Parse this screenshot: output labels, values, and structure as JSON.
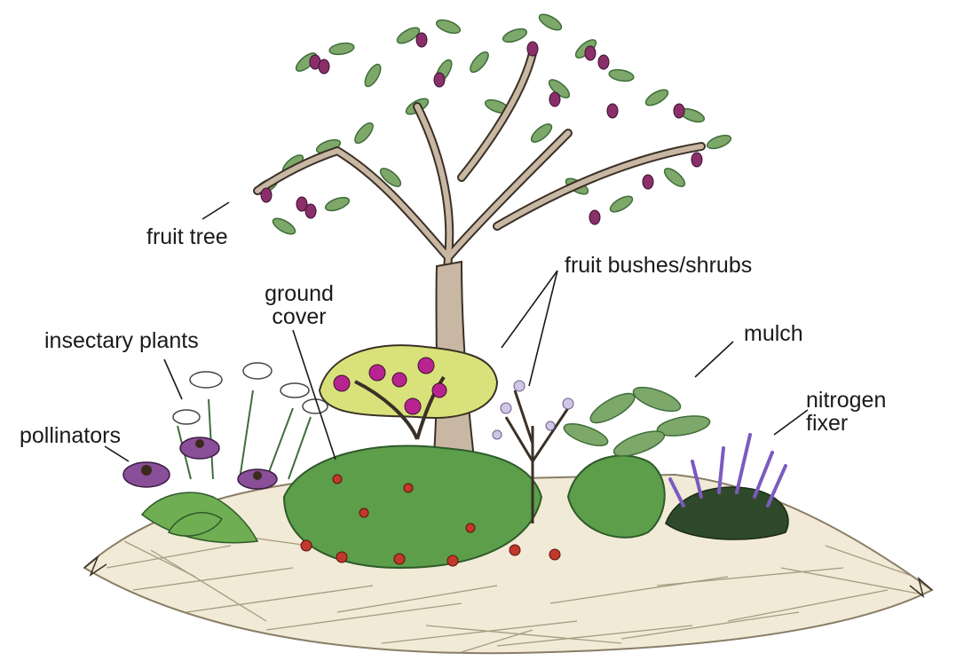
{
  "labels": {
    "fruit_tree": "fruit tree",
    "fruit_bushes": "fruit bushes/shrubs",
    "ground_cover_line1": "ground",
    "ground_cover_line2": "cover",
    "insectary": "insectary plants",
    "pollinators": "pollinators",
    "mulch": "mulch",
    "nitrogen_line1": "nitrogen",
    "nitrogen_line2": "fixer"
  },
  "colors": {
    "mulch": "#f1ead6",
    "mulch_stroke": "#8a7d66",
    "trunk": "#c8b7a3",
    "trunk_stroke": "#3a3026",
    "leaf": "#7da86a",
    "leaf_dark": "#3f6e3a",
    "ground_cover": "#5c9e4a",
    "fruit_plum": "#8a2f6a",
    "berry_red": "#c0392b",
    "bush_yellow": "#d9e27a",
    "bush_magenta": "#b8248f",
    "lavender": "#7b5bbf"
  }
}
